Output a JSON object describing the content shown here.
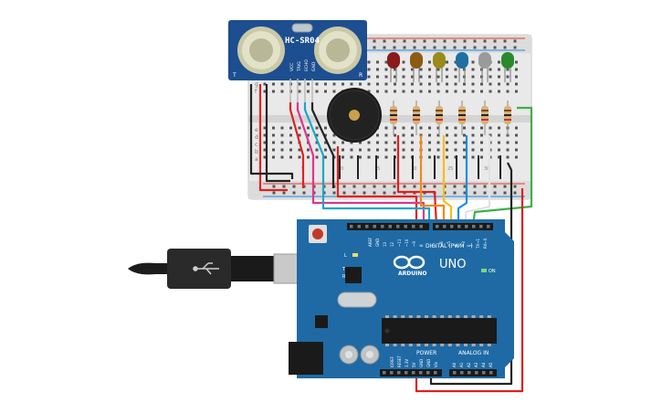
{
  "sensor": {
    "model": "HC-SR04",
    "pins": [
      "VCC",
      "TRIG",
      "ECHO",
      "GND"
    ],
    "left_mark": "T",
    "right_mark": "R"
  },
  "breadboard": {
    "row_letters": [
      "j",
      "i",
      "h",
      "g",
      "f",
      "e",
      "d",
      "c",
      "b",
      "a"
    ],
    "column_numbers": [
      "1",
      "5",
      "10",
      "15",
      "20",
      "25",
      "30"
    ]
  },
  "leds": [
    {
      "name": "red-led",
      "color": "#8b1a1a"
    },
    {
      "name": "orange-led",
      "color": "#8c5a12"
    },
    {
      "name": "yellow-led",
      "color": "#9b8a1c"
    },
    {
      "name": "blue-led",
      "color": "#1f6fa3"
    },
    {
      "name": "white-led",
      "color": "#9a9a9a"
    },
    {
      "name": "green-led",
      "color": "#2a8a2a"
    }
  ],
  "arduino": {
    "brand": "ARDUINO",
    "model": "UNO",
    "digital_label": "DIGITAL (PWM ~)",
    "power_label": "POWER",
    "analog_label": "ANALOG IN",
    "on_label": "ON",
    "l_label": "L",
    "tx_label": "TX",
    "rx_label": "RX",
    "top_header": [
      "AREF",
      "GND",
      "13",
      "12",
      "~11",
      "~10",
      "~9",
      "8",
      "7",
      "~6",
      "~5",
      "4",
      "~3",
      "2",
      "TX→1",
      "RX←0"
    ],
    "power_pins": [
      "IOREF",
      "RESET",
      "3.3V",
      "5V",
      "GND",
      "GND",
      "Vin"
    ],
    "analog_pins": [
      "A0",
      "A1",
      "A2",
      "A3",
      "A4",
      "A5"
    ]
  },
  "colors": {
    "wire_red": "#e02020",
    "wire_black": "#222222",
    "wire_pink": "#e0358a",
    "wire_cyan": "#1aa7c7",
    "wire_orange": "#f08a1c",
    "wire_yellow": "#f2c018",
    "wire_blue": "#1a8fd6",
    "wire_white": "#f2f2f2",
    "wire_green": "#3bb04a",
    "board_blue": "#1f6aa5"
  }
}
